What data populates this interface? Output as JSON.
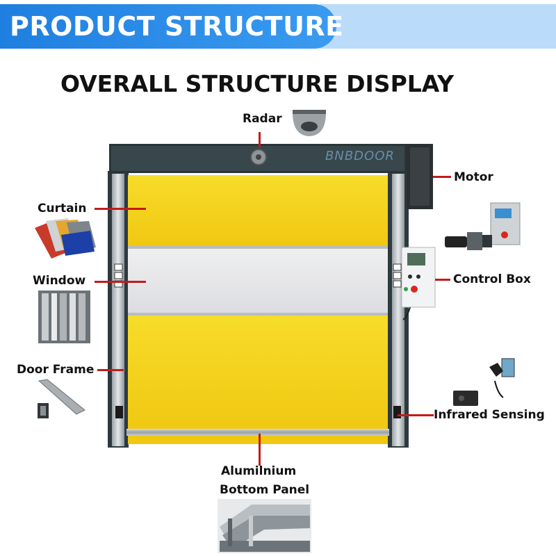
{
  "banner": {
    "title": "PRODUCT STRUCTURE"
  },
  "main_title": "OVERALL STRUCTURE DISPLAY",
  "brand": "BNBDOOR",
  "labels": {
    "radar": "Radar",
    "motor": "Motor",
    "curtain": "Curtain",
    "window": "Window",
    "control_box": "Control Box",
    "door_frame": "Door Frame",
    "infrared_sensing": "Infrared Sensing",
    "bottom_panel_line1": "Alumilnium",
    "bottom_panel_line2": "Bottom Panel"
  },
  "colors": {
    "banner": "#2a8de8",
    "curtain": "#f5d21a",
    "window": "#e6e7e9",
    "frame": "#2d3a3e",
    "leader_line": "#c41a1a"
  },
  "icons": [
    "radar-sensor-icon",
    "motor-icon",
    "curtain-samples-icon",
    "window-pvc-icon",
    "control-box-icon",
    "door-frame-rail-icon",
    "infrared-sensor-icon",
    "aluminium-profile-icon"
  ]
}
